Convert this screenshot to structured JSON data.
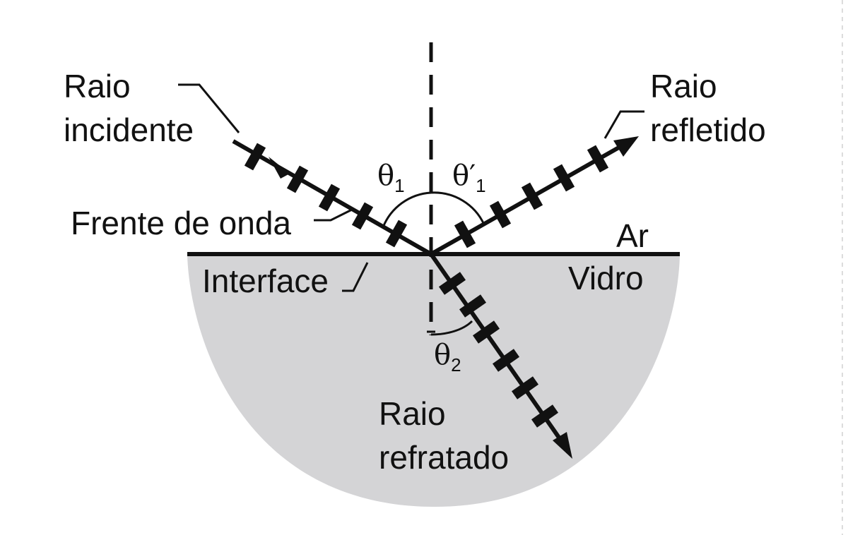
{
  "labels": {
    "incident_line1": "Raio",
    "incident_line2": "incidente",
    "reflected_line1": "Raio",
    "reflected_line2": "refletido",
    "refracted_line1": "Raio",
    "refracted_line2": "refratado",
    "wavefront": "Frente de onda",
    "interface": "Interface",
    "air": "Ar",
    "glass": "Vidro"
  },
  "angles": {
    "theta1_symbol": "θ",
    "theta1_sub": "1",
    "theta1p_symbol": "θ′",
    "theta1p_sub": "1",
    "theta2_symbol": "θ",
    "theta2_sub": "2"
  },
  "colors": {
    "glass_fill": "#d4d4d6",
    "ink": "#111111"
  }
}
